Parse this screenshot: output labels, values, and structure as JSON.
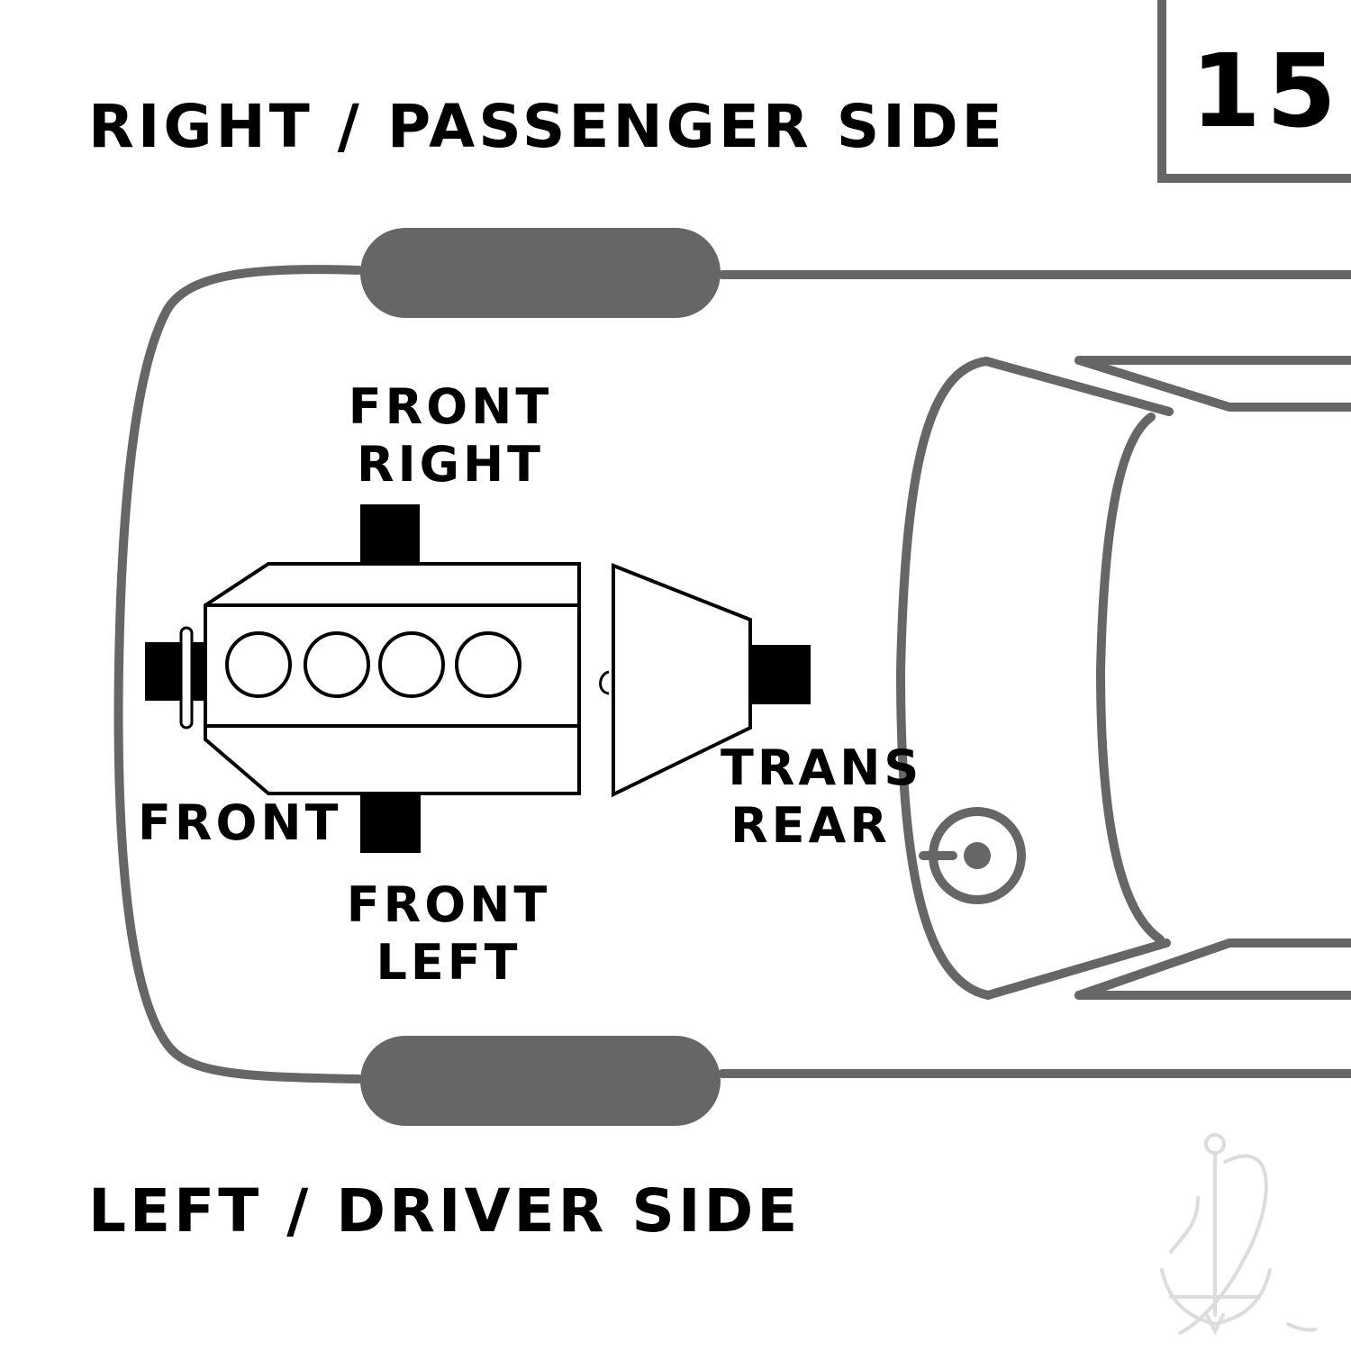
{
  "diagram_number": "15",
  "sides": {
    "right": "RIGHT / PASSENGER SIDE",
    "left": "LEFT / DRIVER SIDE"
  },
  "mounts": {
    "front_right": [
      "FRONT",
      "RIGHT"
    ],
    "front_left": [
      "FRONT",
      "LEFT"
    ],
    "front": "FRONT",
    "trans_rear": [
      "TRANS",
      "REAR"
    ]
  },
  "engine": {
    "cylinder_count": 4
  },
  "colors": {
    "outline": "#666666",
    "mount": "#000000",
    "background": "#ffffff",
    "watermark": "#dcdcdc"
  },
  "icons": {
    "watermark": "anchor-logo-icon"
  }
}
